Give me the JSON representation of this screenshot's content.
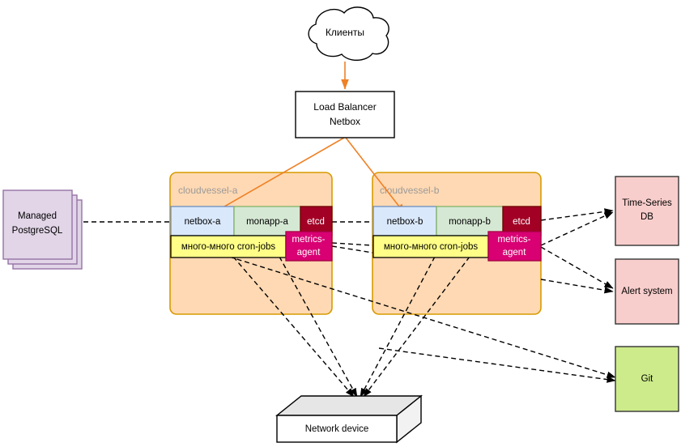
{
  "diagram": {
    "title_nodes": {
      "clients": {
        "label": "Клиенты",
        "shape": "cloud",
        "fill": "#ffffff"
      },
      "load_balancer": {
        "label_line1": "Load Balancer",
        "label_line2": "Netbox",
        "shape": "rect",
        "fill": "#ffffff"
      },
      "postgres": {
        "label_line1": "Managed",
        "label_line2": "PostgreSQL",
        "shape": "stacked-rect",
        "fill": "#e1d5e7",
        "stroke": "#9673a6",
        "copies": 3
      },
      "network_device": {
        "label": "Network device",
        "shape": "cube3d",
        "fill": "#ffffff",
        "top_fill": "#e6e6e6"
      }
    },
    "clusters": [
      {
        "name": "cloudvessel-a",
        "fill": "#ffd9b3",
        "stroke": "#d79b00",
        "services_row1": [
          {
            "label": "netbox-a",
            "fill": "#dae8fc",
            "stroke": "#6c8ebf",
            "text_color": "#000000"
          },
          {
            "label": "monapp-a",
            "fill": "#d5e8d4",
            "stroke": "#82b366",
            "text_color": "#000000"
          },
          {
            "label": "etcd",
            "fill": "#a20025",
            "stroke": "#6f0000",
            "text_color": "#ffffff"
          }
        ],
        "services_row2": [
          {
            "label": "много-много cron-jobs",
            "fill": "#ffff88",
            "stroke": "#000000",
            "text_color": "#000000"
          },
          {
            "label": "metrics-agent",
            "fill": "#d80073",
            "stroke": "#a50040",
            "text_color": "#ffffff"
          }
        ]
      },
      {
        "name": "cloudvessel-b",
        "fill": "#ffd9b3",
        "stroke": "#d79b00",
        "services_row1": [
          {
            "label": "netbox-b",
            "fill": "#dae8fc",
            "stroke": "#6c8ebf",
            "text_color": "#000000"
          },
          {
            "label": "monapp-b",
            "fill": "#d5e8d4",
            "stroke": "#82b366",
            "text_color": "#000000"
          },
          {
            "label": "etcd",
            "fill": "#a20025",
            "stroke": "#6f0000",
            "text_color": "#ffffff"
          }
        ],
        "services_row2": [
          {
            "label": "много-много cron-jobs",
            "fill": "#ffff88",
            "stroke": "#000000",
            "text_color": "#000000"
          },
          {
            "label": "metrics-agent",
            "fill": "#d80073",
            "stroke": "#a50040",
            "text_color": "#ffffff"
          }
        ]
      }
    ],
    "right_nodes": [
      {
        "label_line1": "Time-Series",
        "label_line2": "DB",
        "fill": "#f8cecc",
        "stroke": "#333333"
      },
      {
        "label_line1": "Alert system",
        "label_line2": "",
        "fill": "#f8cecc",
        "stroke": "#333333"
      },
      {
        "label_line1": "Git",
        "label_line2": "",
        "fill": "#cdeb8b",
        "stroke": "#333333"
      }
    ],
    "colors": {
      "arrow_orange": "#ef8126",
      "dashed_edge": "#000000",
      "group_label": "#9a9a9a"
    },
    "edges": [
      {
        "from": "clients",
        "to": "load-balancer",
        "style": "solid-orange-arrow"
      },
      {
        "from": "load-balancer",
        "to": "netbox-a",
        "style": "solid-orange-arrow"
      },
      {
        "from": "load-balancer",
        "to": "netbox-b",
        "style": "solid-orange-arrow"
      },
      {
        "from": "managed-postgresql",
        "to": "netbox-a",
        "style": "dashed"
      },
      {
        "from": "etcd-a",
        "to": "netbox-b",
        "style": "dashed"
      },
      {
        "from": "metrics-agent-a",
        "to": "time-series-db",
        "style": "dashed-arrow"
      },
      {
        "from": "metrics-agent-a",
        "to": "alert-system",
        "style": "dashed-arrow"
      },
      {
        "from": "etcd-b",
        "to": "time-series-db",
        "style": "dashed-arrow"
      },
      {
        "from": "metrics-agent-b",
        "to": "time-series-db",
        "style": "dashed-arrow"
      },
      {
        "from": "metrics-agent-b",
        "to": "alert-system",
        "style": "dashed-arrow"
      },
      {
        "from": "cron-jobs-a",
        "to": "network-device",
        "style": "dashed-arrow"
      },
      {
        "from": "cron-jobs-b",
        "to": "network-device",
        "style": "dashed-arrow"
      },
      {
        "from": "cron-jobs-a",
        "to": "git",
        "style": "dashed-arrow"
      },
      {
        "from": "cron-jobs-b",
        "to": "git",
        "style": "dashed-arrow"
      }
    ]
  }
}
